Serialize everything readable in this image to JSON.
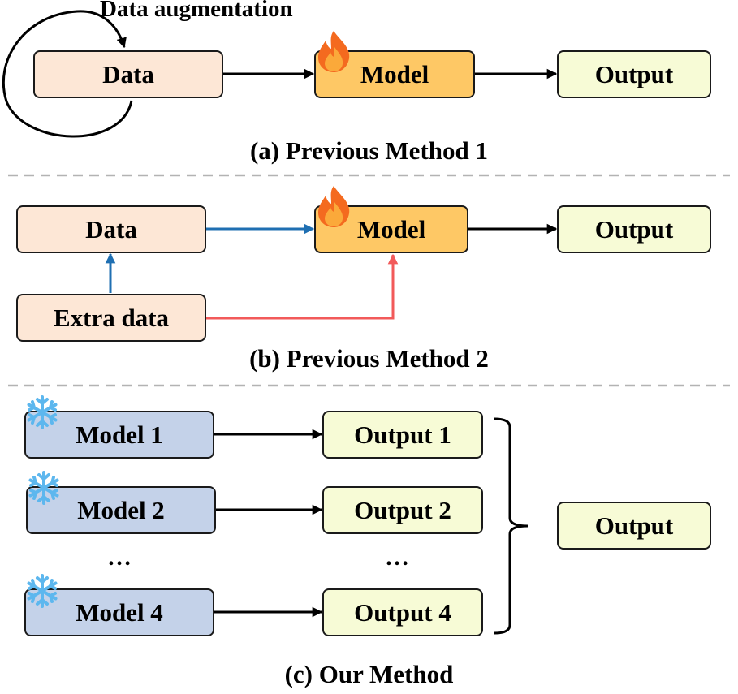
{
  "panel_a": {
    "loop_label": "Data augmentation",
    "data": "Data",
    "model": "Model",
    "output": "Output",
    "caption": "(a) Previous Method 1"
  },
  "panel_b": {
    "data": "Data",
    "extra": "Extra data",
    "model": "Model",
    "output": "Output",
    "caption": "(b) Previous Method 2"
  },
  "panel_c": {
    "models": [
      "Model 1",
      "Model 2",
      "Model 4"
    ],
    "outputs": [
      "Output 1",
      "Output 2",
      "Output 4"
    ],
    "ellipsis": "…",
    "final_output": "Output",
    "caption": "(c) Our Method"
  },
  "icons": {
    "trainable": "fire-icon",
    "frozen": "snowflake-icon"
  },
  "colors": {
    "data_box": "#fde7d6",
    "model_box": "#fec865",
    "frozen_model_box": "#c4d2e9",
    "output_box": "#f7fbd6",
    "blue_arrow": "#1f6fb2",
    "red_arrow": "#f25a5a"
  }
}
